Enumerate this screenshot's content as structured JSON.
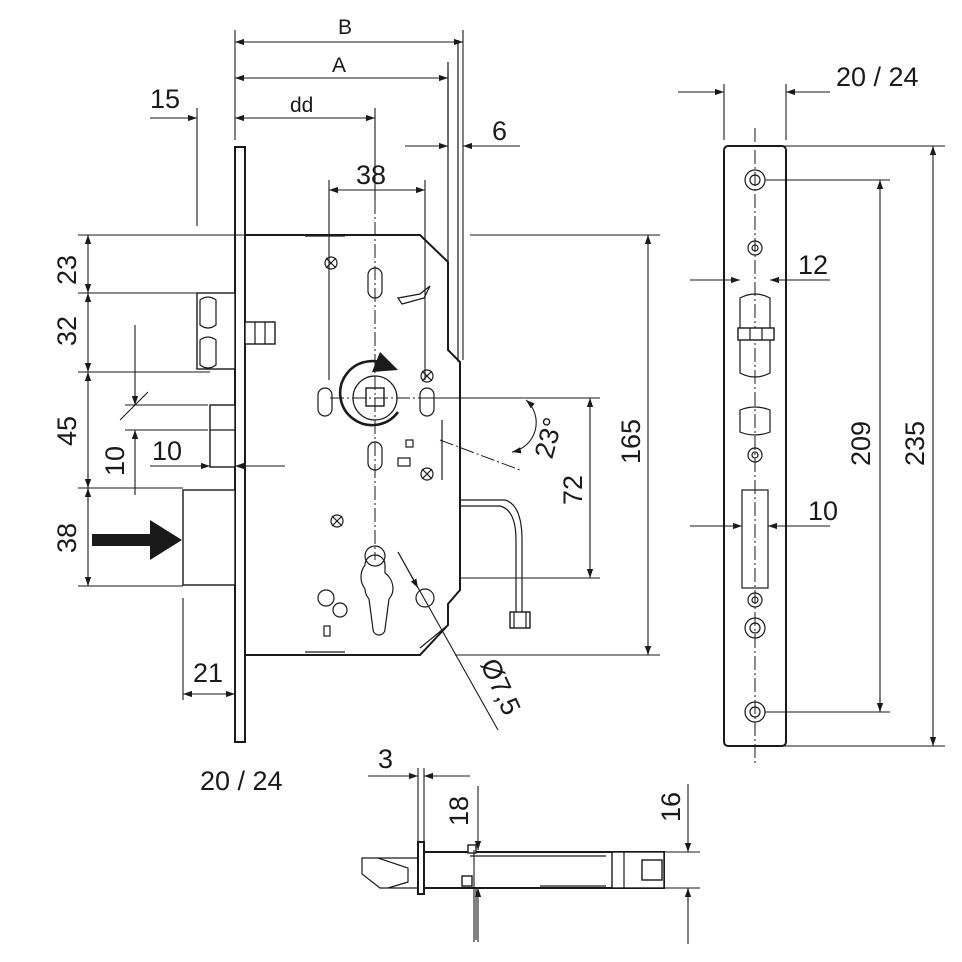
{
  "front_view": {
    "label_b": "B",
    "label_a": "A",
    "label_dd": "dd",
    "label_15": "15",
    "label_6": "6",
    "label_38_top": "38",
    "label_23_left": "23",
    "label_32": "32",
    "label_45": "45",
    "label_10_vert": "10",
    "label_10_horiz": "10",
    "label_38_left": "38",
    "label_21": "21",
    "label_faceplate": "20 / 24",
    "label_angle": "23°",
    "label_72": "72",
    "label_165": "165",
    "label_hole": "Ø7,5"
  },
  "side_view": {
    "label_faceplate_width": "20 / 24",
    "label_12": "12",
    "label_10": "10",
    "label_209": "209",
    "label_235": "235"
  },
  "bottom_view": {
    "label_3": "3",
    "label_18": "18",
    "label_16": "16"
  },
  "colors": {
    "line": "#1a1a1a",
    "background": "#ffffff"
  }
}
